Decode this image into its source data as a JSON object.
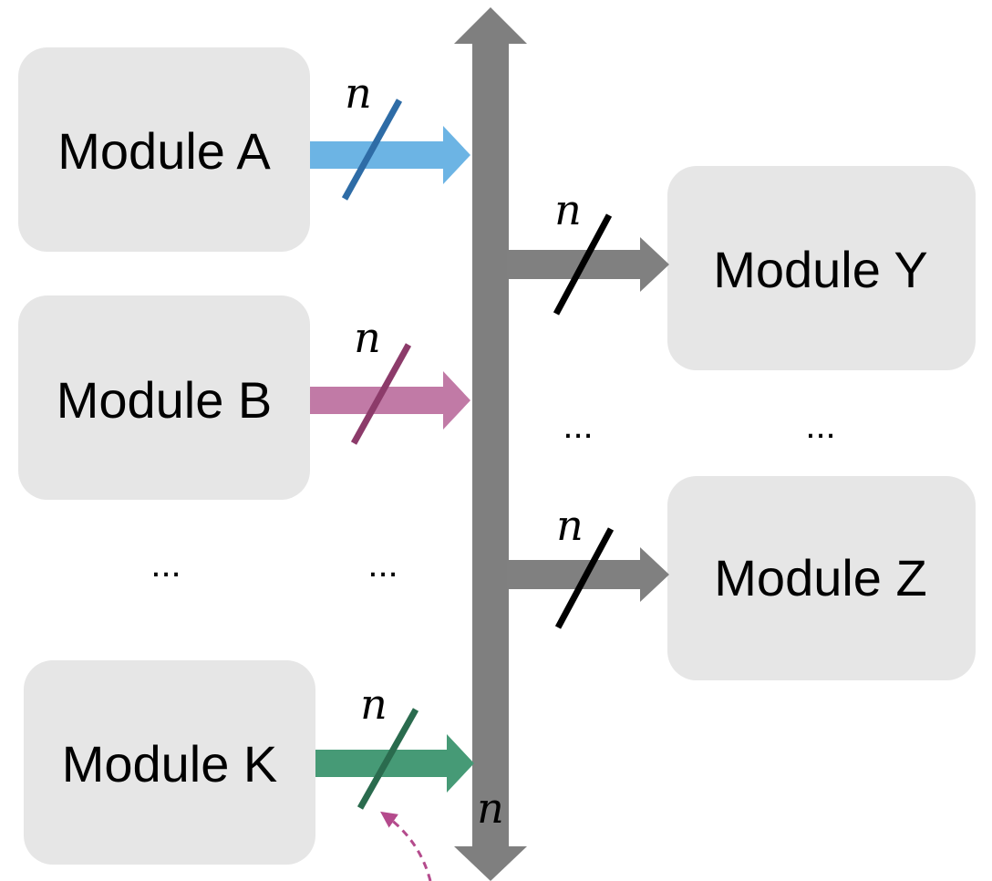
{
  "modules": {
    "a": "Module A",
    "b": "Module B",
    "k": "Module K",
    "y": "Module Y",
    "z": "Module Z"
  },
  "bus_width_label": "n",
  "ellipsis": "...",
  "colors": {
    "module_fill": "#e6e6e6",
    "bus": "#7f7f7f",
    "arrow_a": "#6cb4e4",
    "slash_a": "#2e6ca6",
    "arrow_b": "#c17aa6",
    "slash_b": "#8c3b6a",
    "arrow_k": "#469a76",
    "slash_k": "#2a6b4e",
    "arrow_out": "#808080",
    "slash_out": "#000000",
    "pointer": "#b44a8c"
  }
}
